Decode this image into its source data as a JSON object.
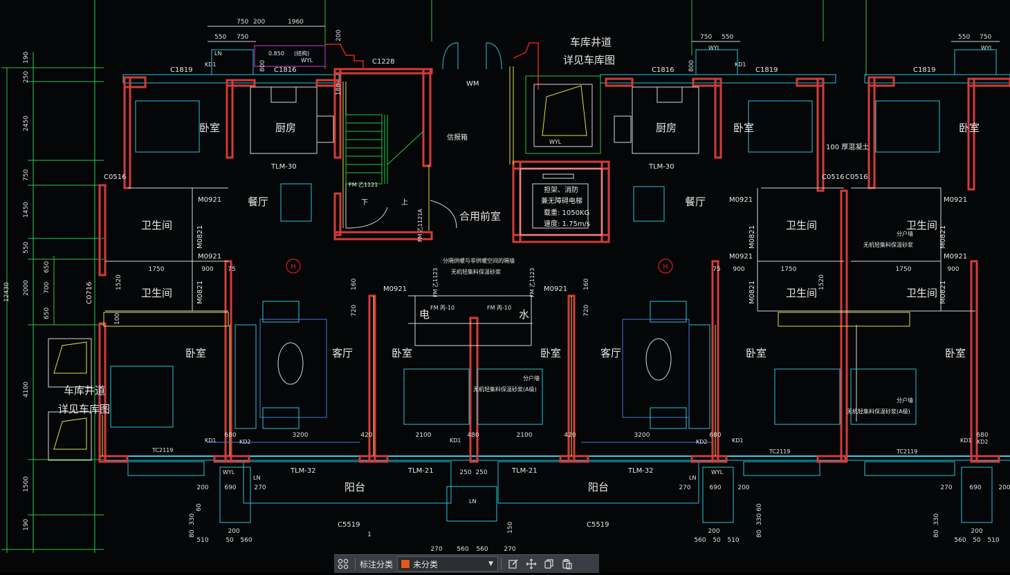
{
  "drawing": {
    "room_labels": {
      "bedroom": "卧室",
      "kitchen": "厨房",
      "dining": "餐厅",
      "bathroom": "卫生间",
      "living": "客厅",
      "balcony": "阳台",
      "shared_lobby": "合用前室",
      "down": "下",
      "up": "上",
      "electric": "电",
      "water": "水"
    },
    "garage_shaft": "车库井道",
    "garage_ref": "详见车库图",
    "notes": {
      "mailbox": "信报箱",
      "fire_elevator_1": "担架、消防",
      "fire_elevator_2": "兼无障碍电梯",
      "elevator_load": "载重: 1050KG",
      "elevator_speed": "速度: 1.75m/s",
      "partition_1": "分隔供暖与非供暖空间的隔墙",
      "partition_2": "无机轻集料保温砂浆",
      "household_wall": "分户墙",
      "household_mortar": "无机轻集料保温砂浆(A级)",
      "thick_concrete": "100 厚混凝土",
      "structure": "(结构)"
    },
    "axis_marker": "H",
    "codes": {
      "c1819": "C1819",
      "c1816": "C1816",
      "c1228": "C1228",
      "c0516": "C0516",
      "c0716": "C0716",
      "c5519": "C5519",
      "m0921": "M0921",
      "m0821": "M0821",
      "tlm30": "TLM-30",
      "tlm32": "TLM-32",
      "tlm21": "TLM-21",
      "tc2119": "TC2119",
      "fm1121": "FM 乙1121",
      "fm1121a": "FM 乙1121A",
      "fm1123": "FM 乙1123",
      "fm10": "FM 丙-10",
      "wm": "WM",
      "wyl": "WYL",
      "ln": "LN",
      "kd1": "KD1",
      "kd2": "KD2"
    },
    "dims": {
      "d750": "750",
      "d200": "200",
      "d1960": "1960",
      "d550": "550",
      "d200b": "200",
      "d850": "0.850",
      "d800": "800",
      "d180": "180",
      "d190": "190",
      "d250": "250",
      "d2450": "2450",
      "d1450": "1450",
      "d2000": "2000",
      "d4100": "4100",
      "d1500": "1500",
      "d12430": "12430",
      "d650": "650",
      "d700": "700",
      "d1750": "1750",
      "d900": "900",
      "d75": "75",
      "d1520": "1520",
      "d160": "160",
      "d720": "720",
      "d3200": "3200",
      "d2100": "2100",
      "d420": "420",
      "d680": "680",
      "d480": "480",
      "d270": "270",
      "d690": "690",
      "d330": "330",
      "d80": "80",
      "d510": "510",
      "d50": "50",
      "d560": "560",
      "d60": "60",
      "d150": "150",
      "d1": "1",
      "d100": "100"
    }
  },
  "toolbar": {
    "label": "标注分类",
    "category_value": "未分类",
    "category_color": "#e2581c"
  }
}
